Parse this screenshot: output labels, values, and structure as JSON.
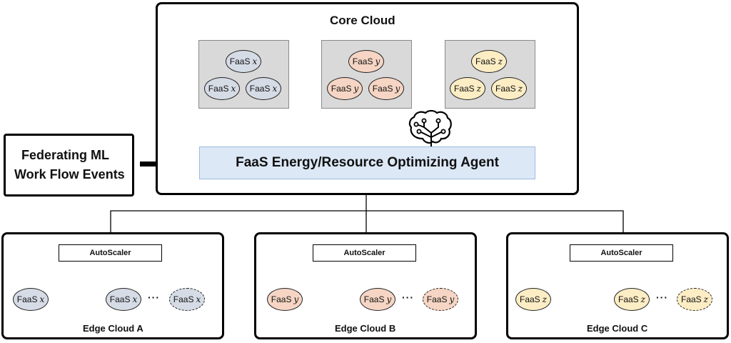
{
  "core_cloud": {
    "title": "Core Cloud"
  },
  "faas_label": "FaaS",
  "vars": {
    "x": "x",
    "y": "y",
    "z": "z"
  },
  "agent": {
    "label": "FaaS Energy/Resource Optimizing Agent"
  },
  "events": {
    "line1": "Federating ML",
    "line2": "Work Flow Events"
  },
  "autoscaler_label": "AutoScaler",
  "ellipsis": "···",
  "edge_clouds": [
    {
      "title": "Edge Cloud A"
    },
    {
      "title": "Edge Cloud B"
    },
    {
      "title": "Edge Cloud C"
    }
  ],
  "colors": {
    "faas_x": "#d6dce6",
    "faas_y": "#f6d5c4",
    "faas_z": "#fcedc4",
    "agent_fill": "#dce8f6",
    "panel_fill": "#d9d9d9"
  },
  "icons": {
    "brain": "brain-circuit-icon"
  }
}
